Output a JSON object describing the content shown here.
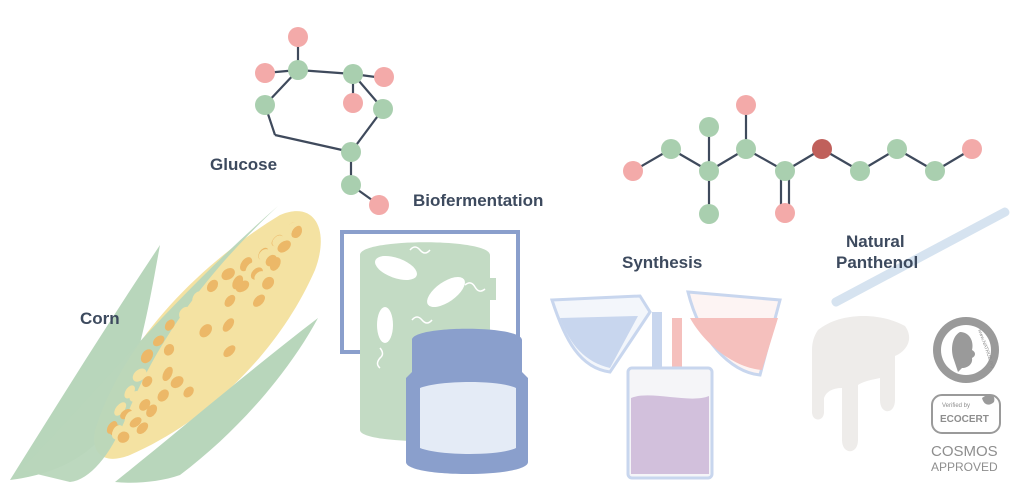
{
  "labels": {
    "glucose": "Glucose",
    "biofermentation": "Biofermentation",
    "corn": "Corn",
    "synthesis": "Synthesis",
    "natural_line1": "Natural",
    "natural_line2": "Panthenol"
  },
  "certifications": {
    "natrue_text": "www.NATRUE.org",
    "ecocert_small": "Verified by",
    "ecocert": "ECOCERT",
    "cosmos": "COSMOS",
    "approved": "APPROVED"
  },
  "colors": {
    "green_node": "#a9cfaf",
    "pink_node": "#f3aaa9",
    "oxygen_dark": "#c0605b",
    "bond": "#3f4a5c",
    "corn_leaf": "#b8d6bb",
    "kernel_yellow": "#f4e2a2",
    "kernel_orange": "#ecb868",
    "tank_green": "#c3dbc4",
    "tank_blue": "#8a9fcc",
    "flask_blue": "#c8d6ee",
    "flask_pink": "#f5c0bd",
    "beaker_fill": "#d2c0dc"
  }
}
